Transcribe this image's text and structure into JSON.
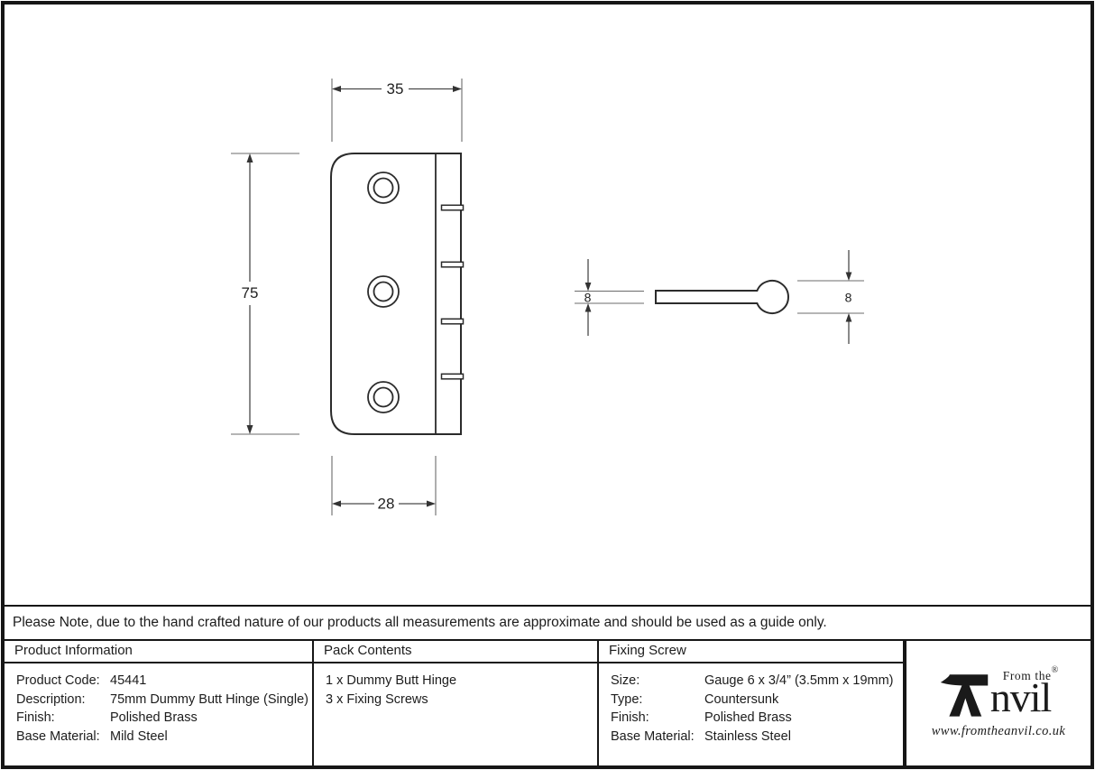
{
  "drawing": {
    "dimensions": {
      "front_width": "35",
      "front_height": "75",
      "leaf_width": "28",
      "side_left_thickness": "8",
      "side_right_thickness": "8"
    }
  },
  "note": {
    "text": "Please Note, due to the hand crafted nature of our products all measurements are approximate and should be used as a guide only."
  },
  "table": {
    "product_information": {
      "header": "Product Information",
      "rows": [
        {
          "label": "Product Code:",
          "value": "45441"
        },
        {
          "label": "Description:",
          "value": "75mm Dummy Butt Hinge (Single)"
        },
        {
          "label": "Finish:",
          "value": "Polished Brass"
        },
        {
          "label": "Base Material:",
          "value": "Mild Steel"
        }
      ]
    },
    "pack_contents": {
      "header": "Pack Contents",
      "items": [
        "1 x Dummy Butt Hinge",
        "3 x Fixing Screws"
      ]
    },
    "fixing_screw": {
      "header": "Fixing Screw",
      "rows": [
        {
          "label": "Size:",
          "value": "Gauge 6 x 3/4” (3.5mm x 19mm)"
        },
        {
          "label": "Type:",
          "value": "Countersunk"
        },
        {
          "label": "Finish:",
          "value": "Polished Brass"
        },
        {
          "label": "Base Material:",
          "value": "Stainless Steel"
        }
      ]
    }
  },
  "logo": {
    "prefix": "From the",
    "name_rest": "nvil",
    "registered": "®",
    "url": "www.fromtheanvil.co.uk"
  },
  "colors": {
    "outline": "#2b2b2b",
    "dimension_line": "#4a4a4a",
    "extension_line": "#6b6b6b",
    "border": "#161616"
  }
}
